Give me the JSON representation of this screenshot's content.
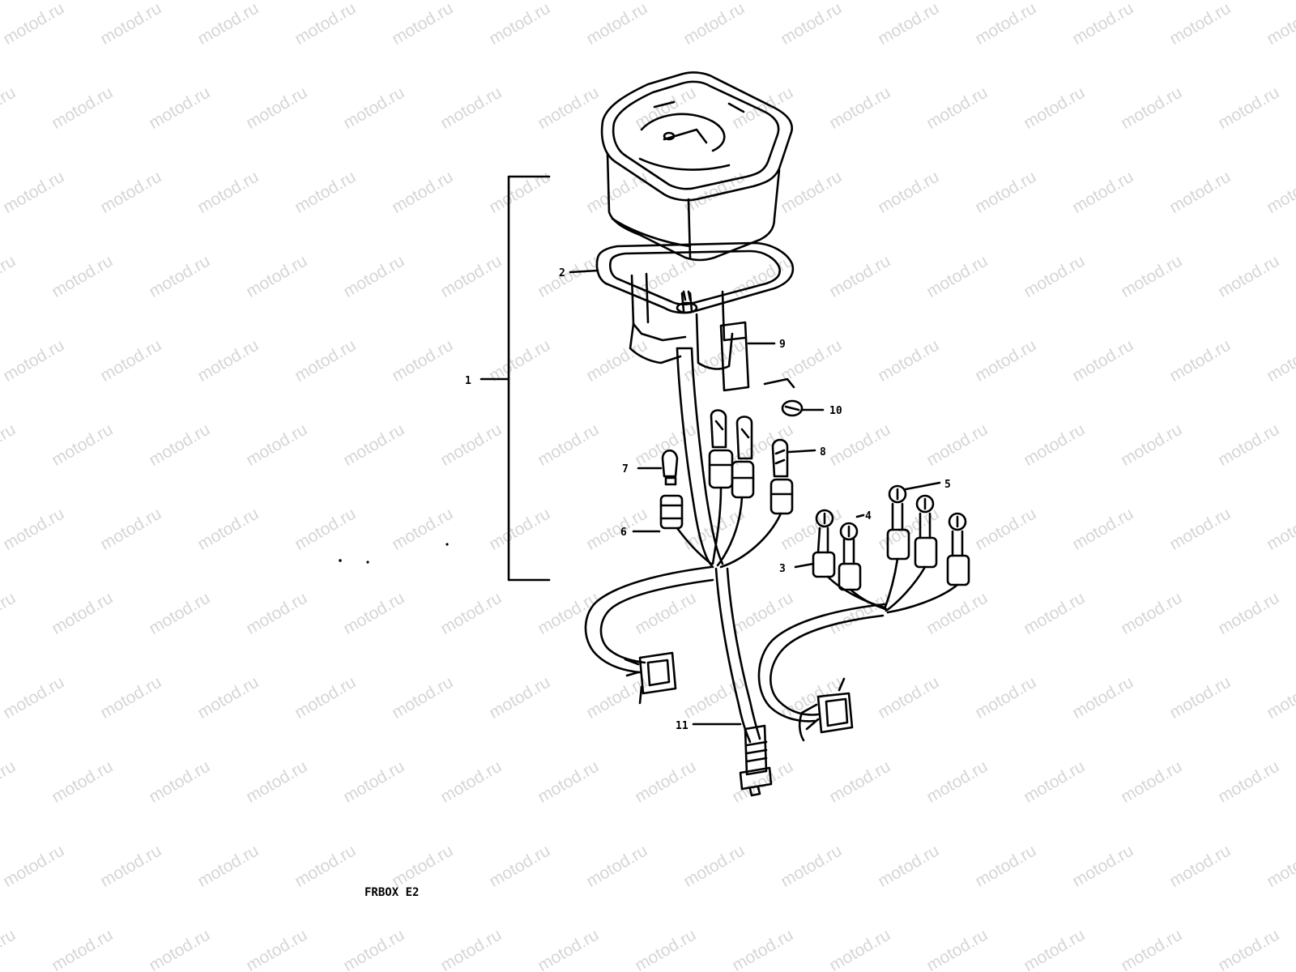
{
  "watermark": "motod.ru",
  "caption": "FRBOX E2",
  "callouts": {
    "c1": "1",
    "c2": "2",
    "c3": "3",
    "c4": "4",
    "c5": "5",
    "c6": "6",
    "c7": "7",
    "c8": "8",
    "c9": "9",
    "c10": "10",
    "c11": "11"
  }
}
